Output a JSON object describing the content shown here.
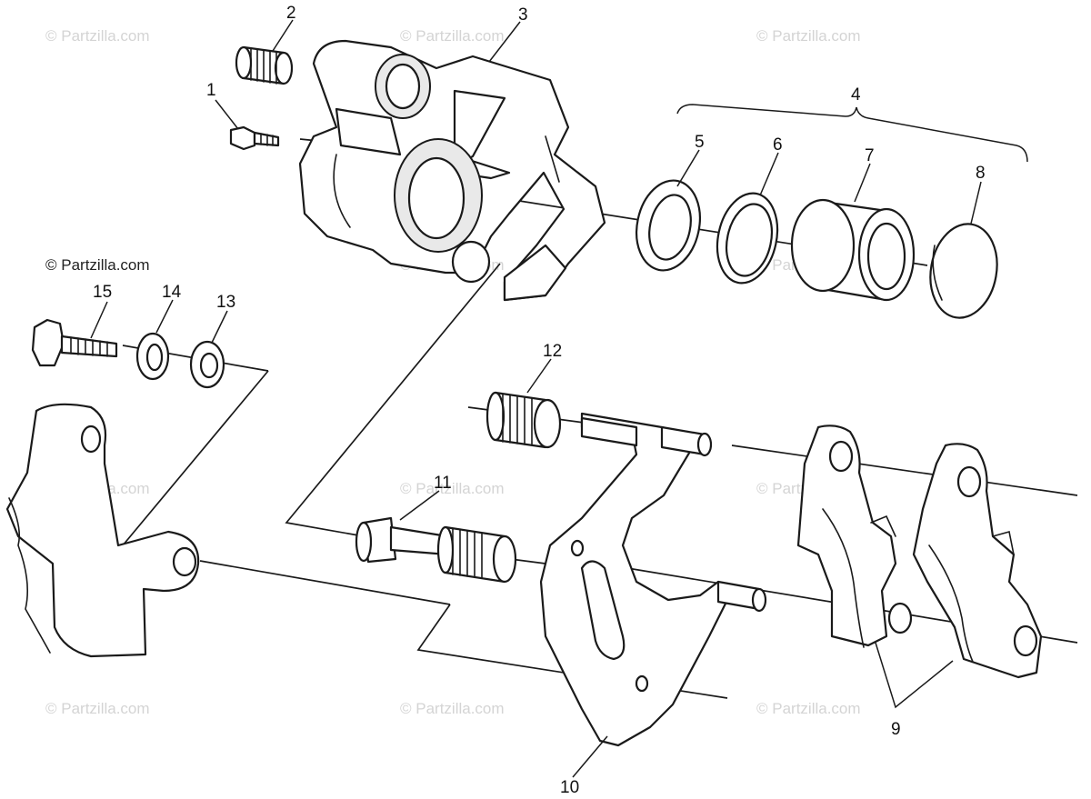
{
  "watermark": {
    "text": "© Partzilla.com",
    "color": "#d4d4d4"
  },
  "callouts": {
    "c1": "1",
    "c2": "2",
    "c3": "3",
    "c4": "4",
    "c5": "5",
    "c6": "6",
    "c7": "7",
    "c8": "8",
    "c9": "9",
    "c10": "10",
    "c11": "11",
    "c12": "12",
    "c13": "13",
    "c14": "14",
    "c15": "15"
  }
}
